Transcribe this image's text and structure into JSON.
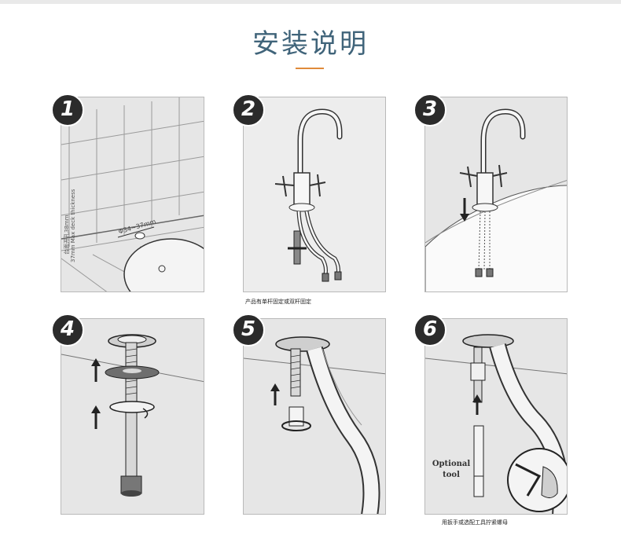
{
  "header": {
    "title": "安装说明"
  },
  "steps": [
    {
      "number": "1",
      "wall_label_cn": "台面开孔38mm",
      "wall_label_en": "37mm Max deck thickness",
      "dimension_label": "Φ34~37mm"
    },
    {
      "number": "2",
      "caption": "产品有单杆固定或双杆固定"
    },
    {
      "number": "3"
    },
    {
      "number": "4"
    },
    {
      "number": "5"
    },
    {
      "number": "6",
      "optional_label_line1": "Optional",
      "optional_label_line2": "tool",
      "caption": "用扳手或选配工具拧紧螺母"
    }
  ],
  "colors": {
    "title": "#40647a",
    "accent_line": "#e08a3a",
    "panel_bg": "#e6e6e6",
    "badge_bg": "#2b2b2b"
  }
}
